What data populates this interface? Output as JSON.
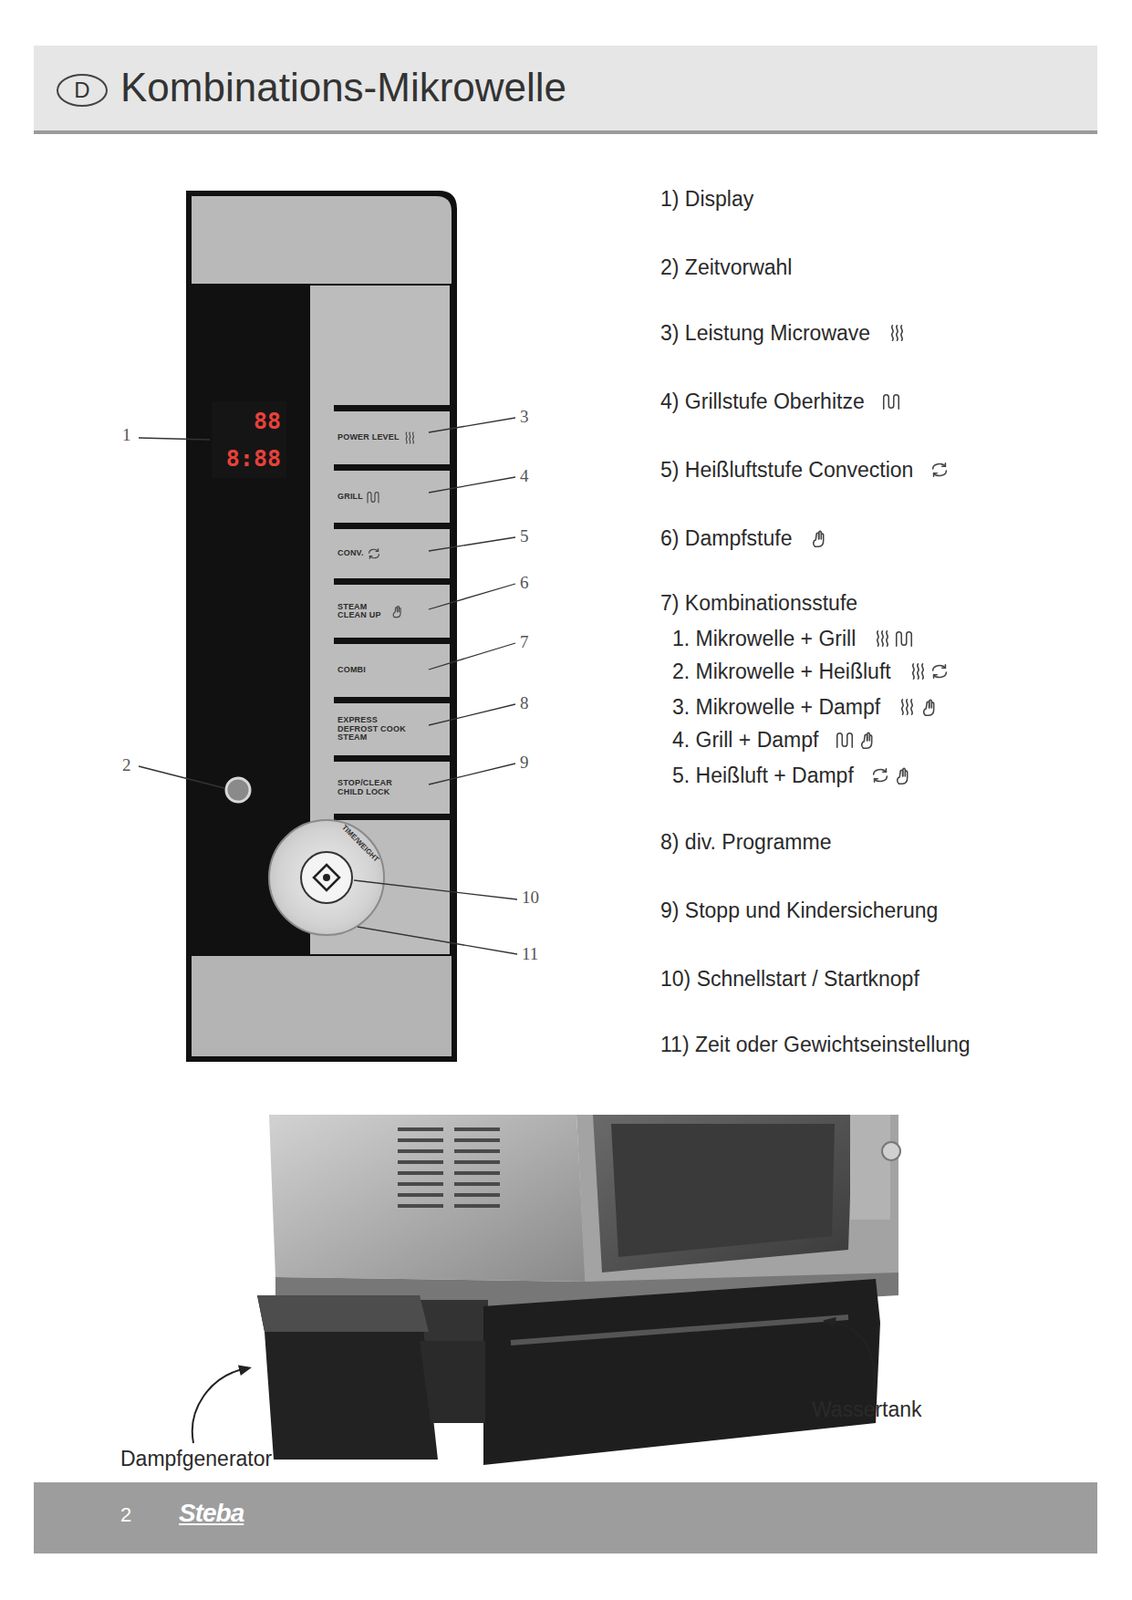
{
  "diagram": {
    "title": "Kombinations-Mikrowelle",
    "nodes": [
      {
        "text": [
          "D"
        ]
      },
      {
        "text": [
          "88",
          "8:88"
        ]
      },
      {
        "text": [
          "POWER LEVEL"
        ]
      },
      {
        "text": [
          "GRILL"
        ]
      },
      {
        "text": [
          "CONV."
        ]
      },
      {
        "text": [
          "STEAM CLEAN UP"
        ]
      },
      {
        "text": [
          "COMBI"
        ]
      },
      {
        "text": [
          "EXPRESS DEFROST COOK STEAM"
        ]
      },
      {
        "text": [
          "STOP/CLEAR CHILD LOCK"
        ]
      },
      {
        "text": [
          "TIME/WEIGHT"
        ]
      },
      {
        "text": [
          "2",
          "Steba"
        ]
      }
    ],
    "labels": [
      "1",
      "2",
      "3",
      "4",
      "5",
      "6",
      "7",
      "8",
      "9",
      "10",
      "11",
      "1) Display",
      "2) Zeitvorwahl",
      "3) Leistung Microwave",
      "4) Grillstufe Oberhitze",
      "5) Heißluftstufe Convection",
      "6) Dampfstufe",
      "7) Kombinationsstufe",
      "1. Mikrowelle + Grill",
      "2. Mikrowelle + Heißluft",
      "3. Mikrowelle + Dampf",
      "4. Grill + Dampf",
      "5. Heißluft + Dampf",
      "8) div. Programme",
      "9) Stopp und Kindersicherung",
      "10) Schnellstart / Startknopf",
      "11) Zeit oder Gewichtseinstellung",
      "Dampfgenerator",
      "Wassertank"
    ]
  }
}
